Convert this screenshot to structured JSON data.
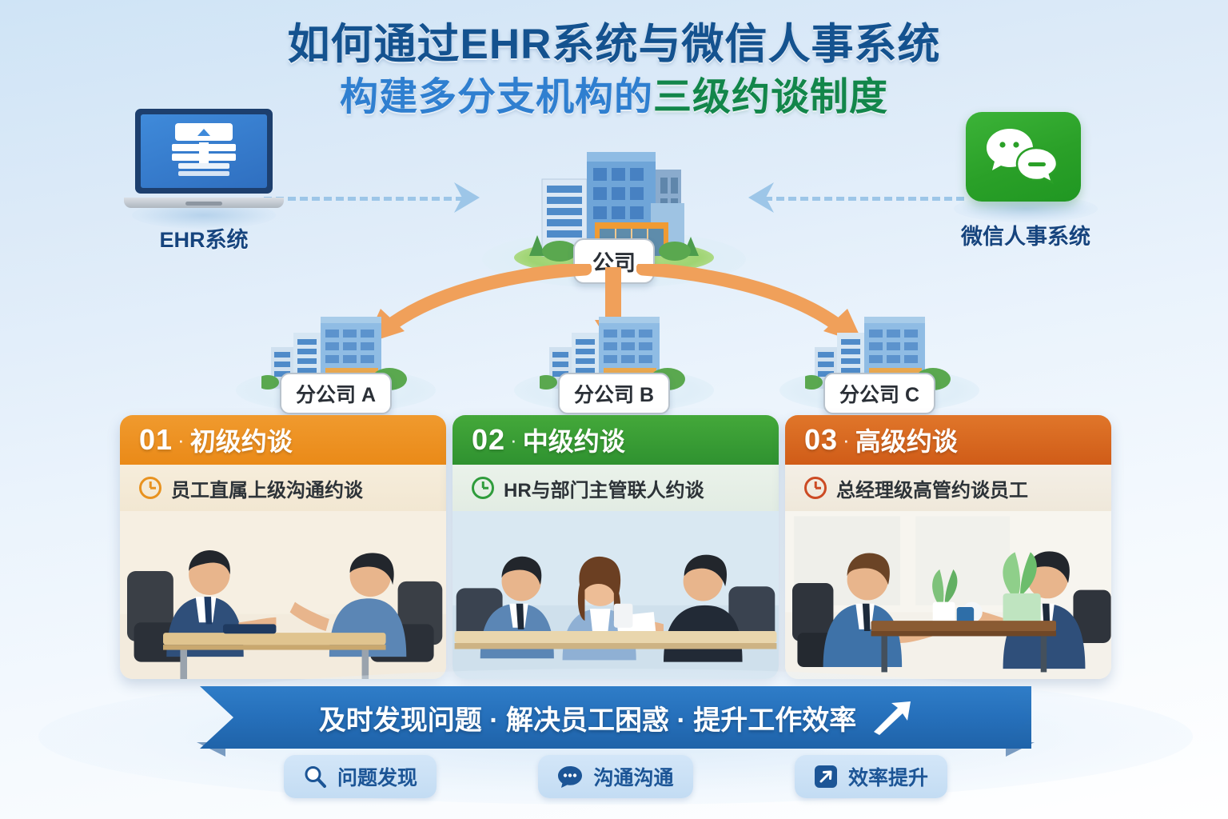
{
  "title": {
    "line1": "如何通过EHR系统与微信人事系统",
    "line2_blue": "构建多分支机构的",
    "line2_green": "三级约谈制度"
  },
  "sources": {
    "left": {
      "label": "EHR系统",
      "icon": "laptop-icon"
    },
    "right": {
      "label": "微信人事系统",
      "icon": "wechat-icon"
    }
  },
  "hierarchy": {
    "root": {
      "label": "公司",
      "icon": "office-building-icon"
    },
    "branches": [
      {
        "label": "分公司 A",
        "icon": "branch-building-icon"
      },
      {
        "label": "分公司 B",
        "icon": "branch-building-icon"
      },
      {
        "label": "分公司 C",
        "icon": "branch-building-icon"
      }
    ]
  },
  "cards": [
    {
      "number": "01",
      "separator": "·",
      "title": "初级约谈",
      "subtitle": "员工直属上级沟通约谈",
      "header_color": "#ed8b1c",
      "accent_color": "#e8921f",
      "illustration": "two-people-interview-illustration"
    },
    {
      "number": "02",
      "separator": "·",
      "title": "中级约谈",
      "subtitle": "HR与部门主管联人约谈",
      "header_color": "#399b33",
      "accent_color": "#2f9c3c",
      "illustration": "three-people-meeting-illustration"
    },
    {
      "number": "03",
      "separator": "·",
      "title": "高级约谈",
      "subtitle": "总经理级高管约谈员工",
      "header_color": "#d9661f",
      "accent_color": "#cc4b24",
      "illustration": "two-men-office-illustration"
    }
  ],
  "ribbon": {
    "text": "及时发现问题 · 解决员工困惑 · 提升工作效率",
    "icon": "trend-up-arrow-icon",
    "color": "#2670bb"
  },
  "chips": [
    {
      "label": "问题发现",
      "icon": "search-icon"
    },
    {
      "label": "沟通沟通",
      "icon": "chat-bubble-icon"
    },
    {
      "label": "效率提升",
      "icon": "arrow-up-right-icon"
    }
  ],
  "colors": {
    "brand_blue": "#14528f",
    "accent_blue": "#2f7fd0",
    "accent_green": "#12864a",
    "arrow_orange": "#f0a05a",
    "dash_blue": "#9dc6e8"
  }
}
